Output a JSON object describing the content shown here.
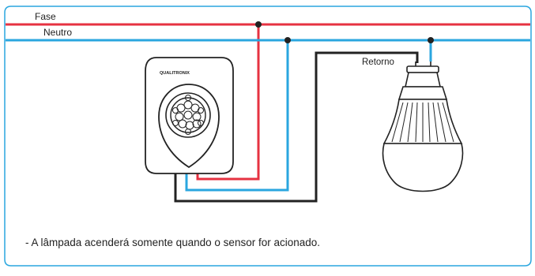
{
  "wires": {
    "fase_label": "Fase",
    "neutro_label": "Neutro",
    "retorno_label": "Retorno",
    "colors": {
      "fase": "#e63241",
      "neutro": "#2aa6df",
      "retorno": "#222222",
      "frame": "#2aa6df"
    }
  },
  "sensor": {
    "brand": "QUALITRONIX"
  },
  "note": "- A lâmpada acenderá somente quando o sensor for acionado."
}
